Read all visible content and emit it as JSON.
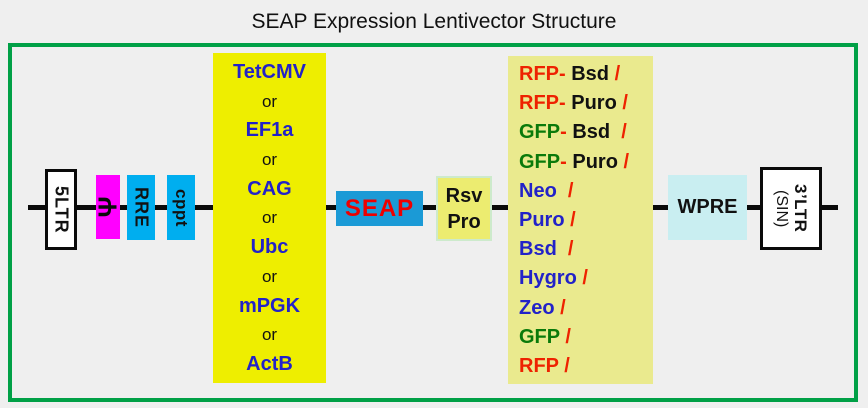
{
  "title": "SEAP Expression Lentivector Structure",
  "colors": {
    "red": "#ee2200",
    "blue": "#2222c8",
    "green": "#0a7a0a",
    "black": "#111111",
    "magenta": "#ff00ff",
    "cyan": "#00aeef",
    "seap_blue": "#1b9ad6",
    "promoter_yellow": "#eeee00",
    "marker_khaki": "#eaea8e",
    "rsv_pale_yellow": "#ecec70",
    "wpre_pale_cyan": "#c9eef1",
    "frame_green": "#00a046"
  },
  "backbone": {
    "left_ltr": {
      "label": "5LTR"
    },
    "psi": {
      "label": "Ψ"
    },
    "rre": {
      "label": "RRE"
    },
    "cppt": {
      "label": "cppt"
    },
    "seap": {
      "label": "SEAP"
    },
    "rsv_pro": {
      "line1": "Rsv",
      "line2": "Pro"
    },
    "wpre": {
      "label": "WPRE"
    },
    "right_ltr": {
      "line1": "3’LTR",
      "line2": "(SIN)"
    }
  },
  "promoter_box": {
    "lines": [
      {
        "kind": "promoter",
        "text": "TetCMV"
      },
      {
        "kind": "or",
        "text": "or"
      },
      {
        "kind": "promoter",
        "text": "EF1a"
      },
      {
        "kind": "or",
        "text": "or"
      },
      {
        "kind": "promoter",
        "text": "CAG"
      },
      {
        "kind": "or",
        "text": "or"
      },
      {
        "kind": "promoter",
        "text": "Ubc"
      },
      {
        "kind": "or",
        "text": "or"
      },
      {
        "kind": "promoter",
        "text": "mPGK"
      },
      {
        "kind": "or",
        "text": "or"
      },
      {
        "kind": "promoter",
        "text": "ActB"
      }
    ]
  },
  "marker_box": {
    "lines": [
      {
        "segments": [
          {
            "text": "RFP-",
            "color": "red"
          },
          {
            "text": " Bsd ",
            "color": "black"
          },
          {
            "text": "/",
            "color": "red"
          }
        ]
      },
      {
        "segments": [
          {
            "text": "RFP-",
            "color": "red"
          },
          {
            "text": " Puro ",
            "color": "black"
          },
          {
            "text": "/",
            "color": "red"
          }
        ]
      },
      {
        "segments": [
          {
            "text": "GFP",
            "color": "green"
          },
          {
            "text": "-",
            "color": "red"
          },
          {
            "text": " Bsd  ",
            "color": "black"
          },
          {
            "text": "/",
            "color": "red"
          }
        ]
      },
      {
        "segments": [
          {
            "text": "GFP",
            "color": "green"
          },
          {
            "text": "-",
            "color": "red"
          },
          {
            "text": " Puro ",
            "color": "black"
          },
          {
            "text": "/",
            "color": "red"
          }
        ]
      },
      {
        "segments": [
          {
            "text": "Neo  ",
            "color": "blue"
          },
          {
            "text": "/",
            "color": "red"
          }
        ]
      },
      {
        "segments": [
          {
            "text": "Puro ",
            "color": "blue"
          },
          {
            "text": "/",
            "color": "red"
          }
        ]
      },
      {
        "segments": [
          {
            "text": "Bsd  ",
            "color": "blue"
          },
          {
            "text": "/",
            "color": "red"
          }
        ]
      },
      {
        "segments": [
          {
            "text": "Hygro ",
            "color": "blue"
          },
          {
            "text": "/",
            "color": "red"
          }
        ]
      },
      {
        "segments": [
          {
            "text": "Zeo ",
            "color": "blue"
          },
          {
            "text": "/",
            "color": "red"
          }
        ]
      },
      {
        "segments": [
          {
            "text": "GFP ",
            "color": "green"
          },
          {
            "text": "/",
            "color": "red"
          }
        ]
      },
      {
        "segments": [
          {
            "text": "RFP ",
            "color": "red"
          },
          {
            "text": "/",
            "color": "red"
          }
        ]
      }
    ]
  }
}
